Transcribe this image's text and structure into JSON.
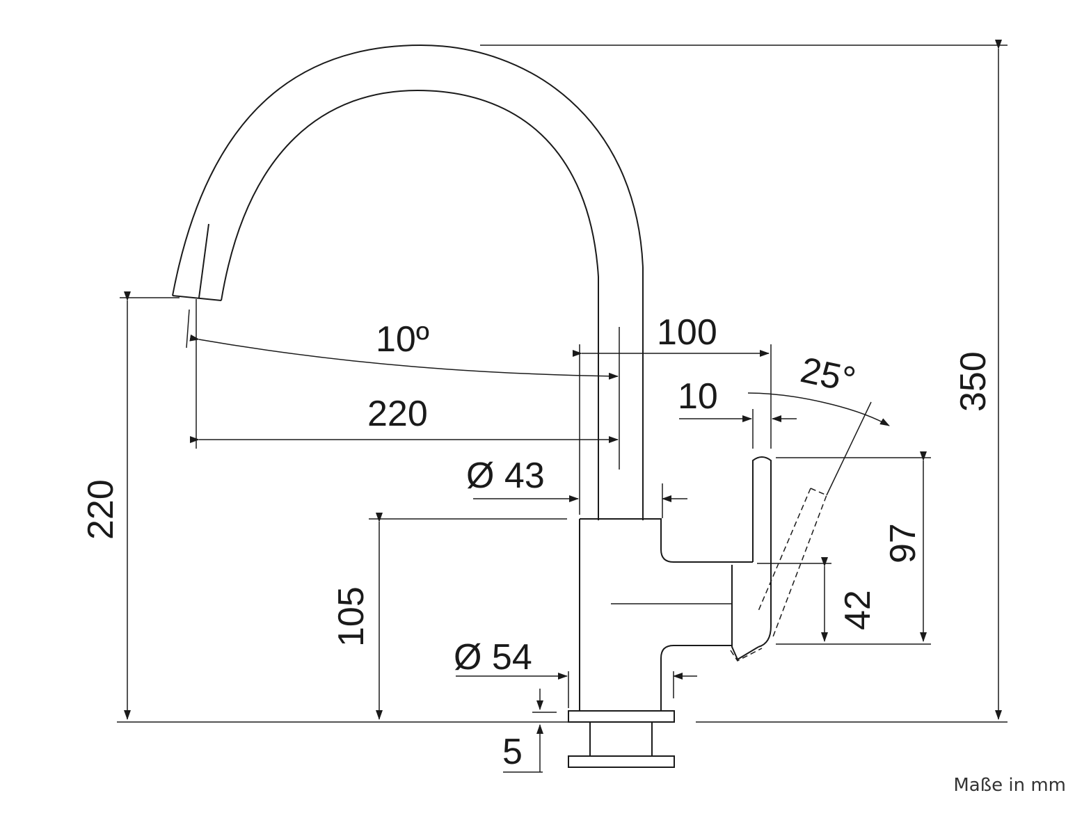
{
  "diagram": {
    "dimensions": {
      "spout_angle": "10º",
      "spout_reach": "220",
      "handle_offset": "100",
      "handle_gap": "10",
      "handle_angle": "25°",
      "spout_diameter": "Ø 43",
      "spout_height": "220",
      "total_height": "350",
      "body_height": "105",
      "handle_height": "97",
      "lever_height": "42",
      "base_diameter": "Ø 54",
      "base_thickness": "5"
    },
    "unit_note": "Maße in mm"
  }
}
